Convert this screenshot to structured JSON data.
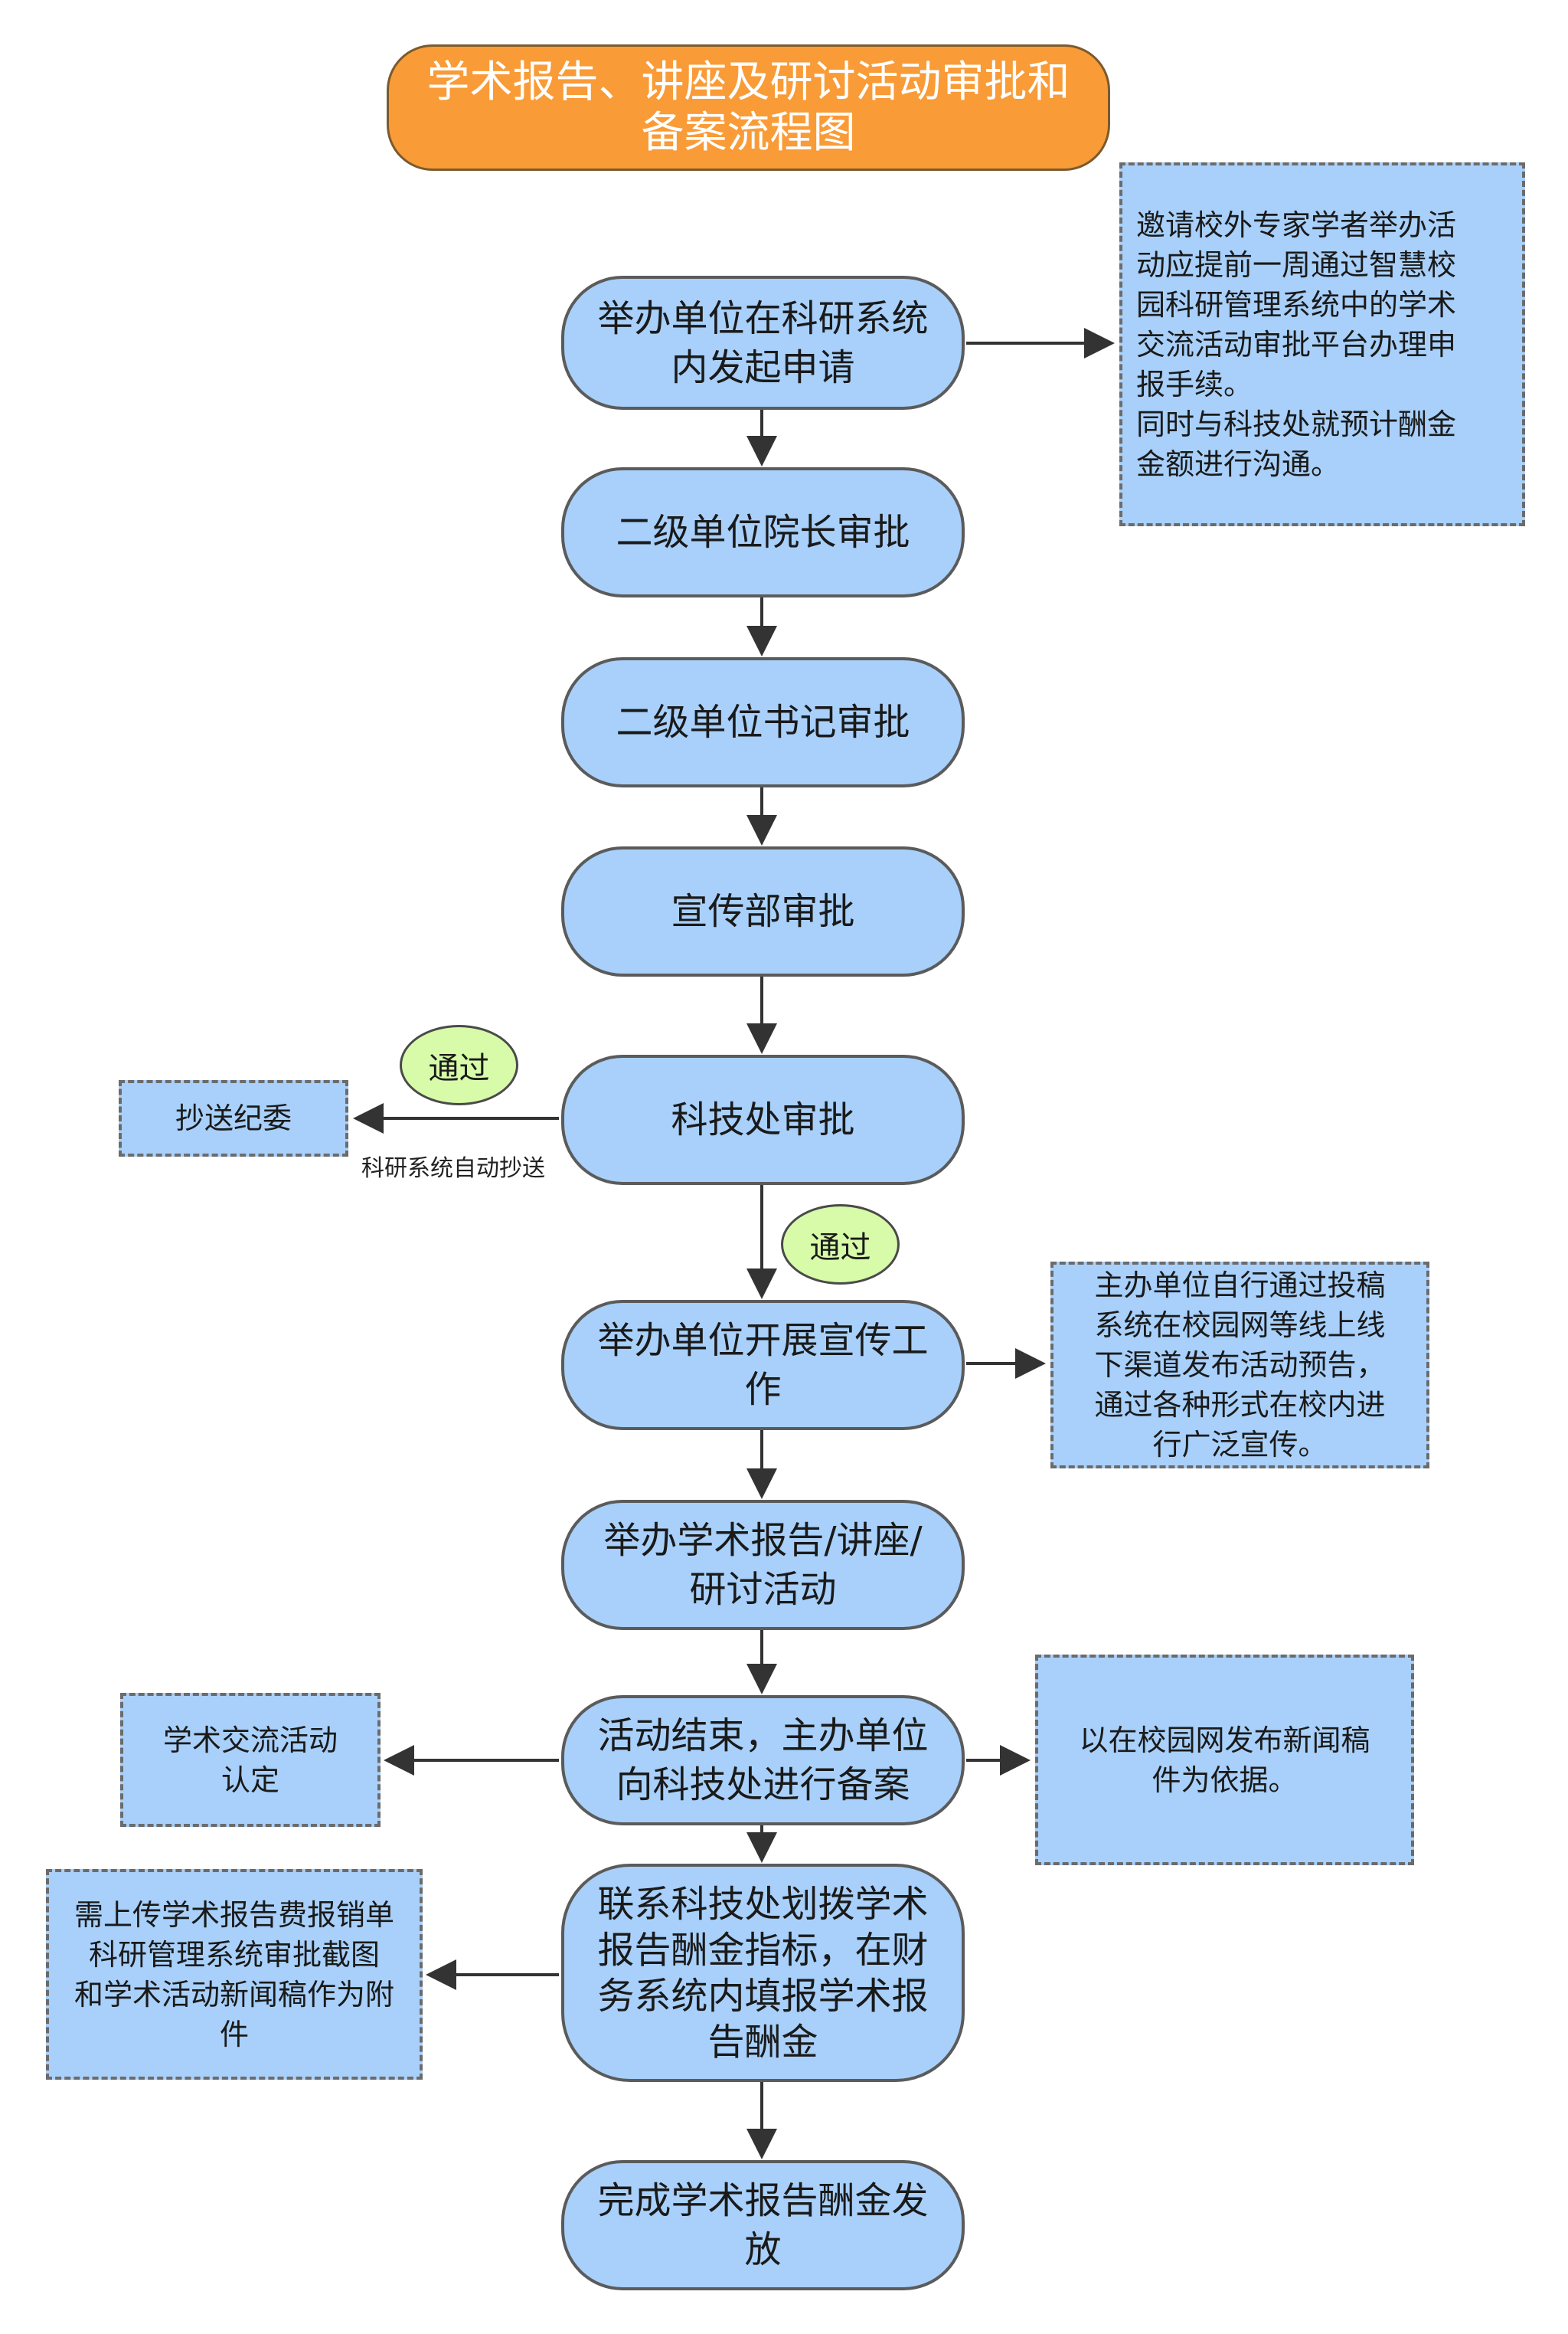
{
  "title": "学术报告、讲座及研讨活动审批和\n备案流程图",
  "steps": {
    "apply": "举办单位在科研系统\n内发起申请",
    "dean": "二级单位院长审批",
    "secretary": "二级单位书记审批",
    "publicity_dept": "宣传部审批",
    "tech_office": "科技处审批",
    "promote": "举办单位开展宣传工\n作",
    "hold": "举办学术报告/讲座/\n研讨活动",
    "record": "活动结束，主办单位\n向科技处进行备案",
    "fee": "联系科技处划拨学术\n报告酬金指标，在财\n务系统内填报学术报\n告酬金",
    "done": "完成学术报告酬金发放"
  },
  "notes": {
    "invite": "邀请校外专家学者举办活\n动应提前一周通过智慧校\n园科研管理系统中的学术\n交流活动审批平台办理申\n报手续。\n同时与科技处就预计酬金\n金额进行沟通。",
    "discipline": "抄送纪委",
    "promotion": "主办单位自行通过投稿\n系统在校园网等线上线\n下渠道发布活动预告，\n通过各种形式在校内进\n行广泛宣传。",
    "recognition": "学术交流活动\n认定",
    "news": "以在校园网发布新闻稿\n件为依据。",
    "attachments": "需上传学术报告费报销单\n科研管理系统审批截图\n和学术活动新闻稿作为附件"
  },
  "badges": {
    "pass1": "通过",
    "pass2": "通过"
  },
  "captions": {
    "auto_cc": "科研系统自动抄送"
  },
  "colors": {
    "title_fill": "#f99b37",
    "step_fill": "#a8d0fa",
    "badge_fill": "#d7fba9",
    "line": "#333333"
  }
}
